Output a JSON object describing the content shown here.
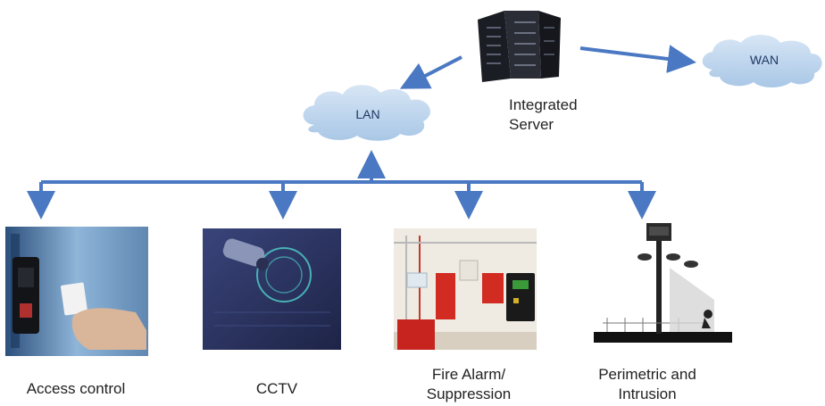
{
  "nodes": {
    "server_label_line1": "Integrated",
    "server_label_line2": "Server",
    "lan_label": "LAN",
    "wan_label": "WAN"
  },
  "subsystems": [
    {
      "line1": "Access control",
      "line2": ""
    },
    {
      "line1": "CCTV",
      "line2": ""
    },
    {
      "line1": "Fire Alarm/",
      "line2": "Suppression"
    },
    {
      "line1": "Perimetric and",
      "line2": "Intrusion"
    }
  ],
  "colors": {
    "connector": "#4a78c2",
    "cloud_fill": "#bfd7ee",
    "cloud_text": "#1f3864",
    "server_rack": "#1b1d24"
  }
}
